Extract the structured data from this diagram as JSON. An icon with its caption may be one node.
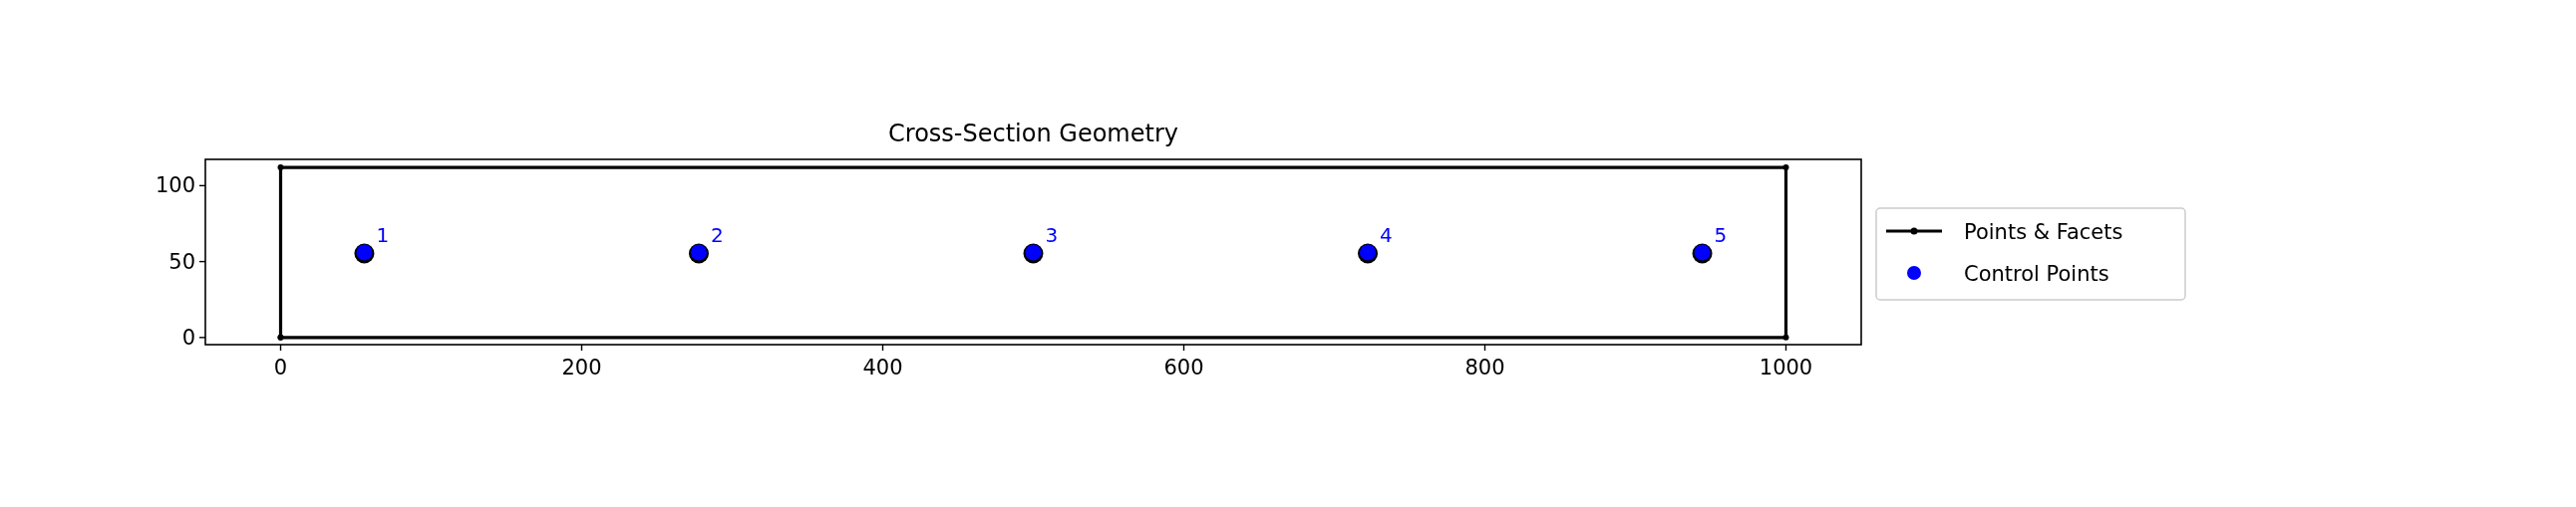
{
  "diagram": {
    "chart_data": {
      "type": "scatter",
      "title": "Cross-Section Geometry",
      "xlim": [
        -50,
        1050
      ],
      "ylim": [
        -4.7,
        117.3
      ],
      "xticks": [
        0,
        200,
        400,
        600,
        800,
        1000
      ],
      "yticks": [
        0,
        50,
        100
      ],
      "series": [
        {
          "name": "Points & Facets",
          "color": "#000000",
          "x": [
            0,
            1000,
            1000,
            0,
            0
          ],
          "values": [
            0,
            0,
            112,
            112,
            0
          ]
        },
        {
          "name": "Control Points",
          "color": "#0000ff",
          "x": [
            55.6,
            277.8,
            500,
            722.2,
            944.4
          ],
          "values": [
            56,
            56,
            56,
            56,
            56
          ]
        }
      ],
      "annotations": [
        {
          "text": "1",
          "x": 55.6,
          "y": 56
        },
        {
          "text": "2",
          "x": 277.8,
          "y": 56
        },
        {
          "text": "3",
          "x": 500,
          "y": 56
        },
        {
          "text": "4",
          "x": 722.2,
          "y": 56
        },
        {
          "text": "5",
          "x": 944.4,
          "y": 56
        }
      ]
    }
  }
}
